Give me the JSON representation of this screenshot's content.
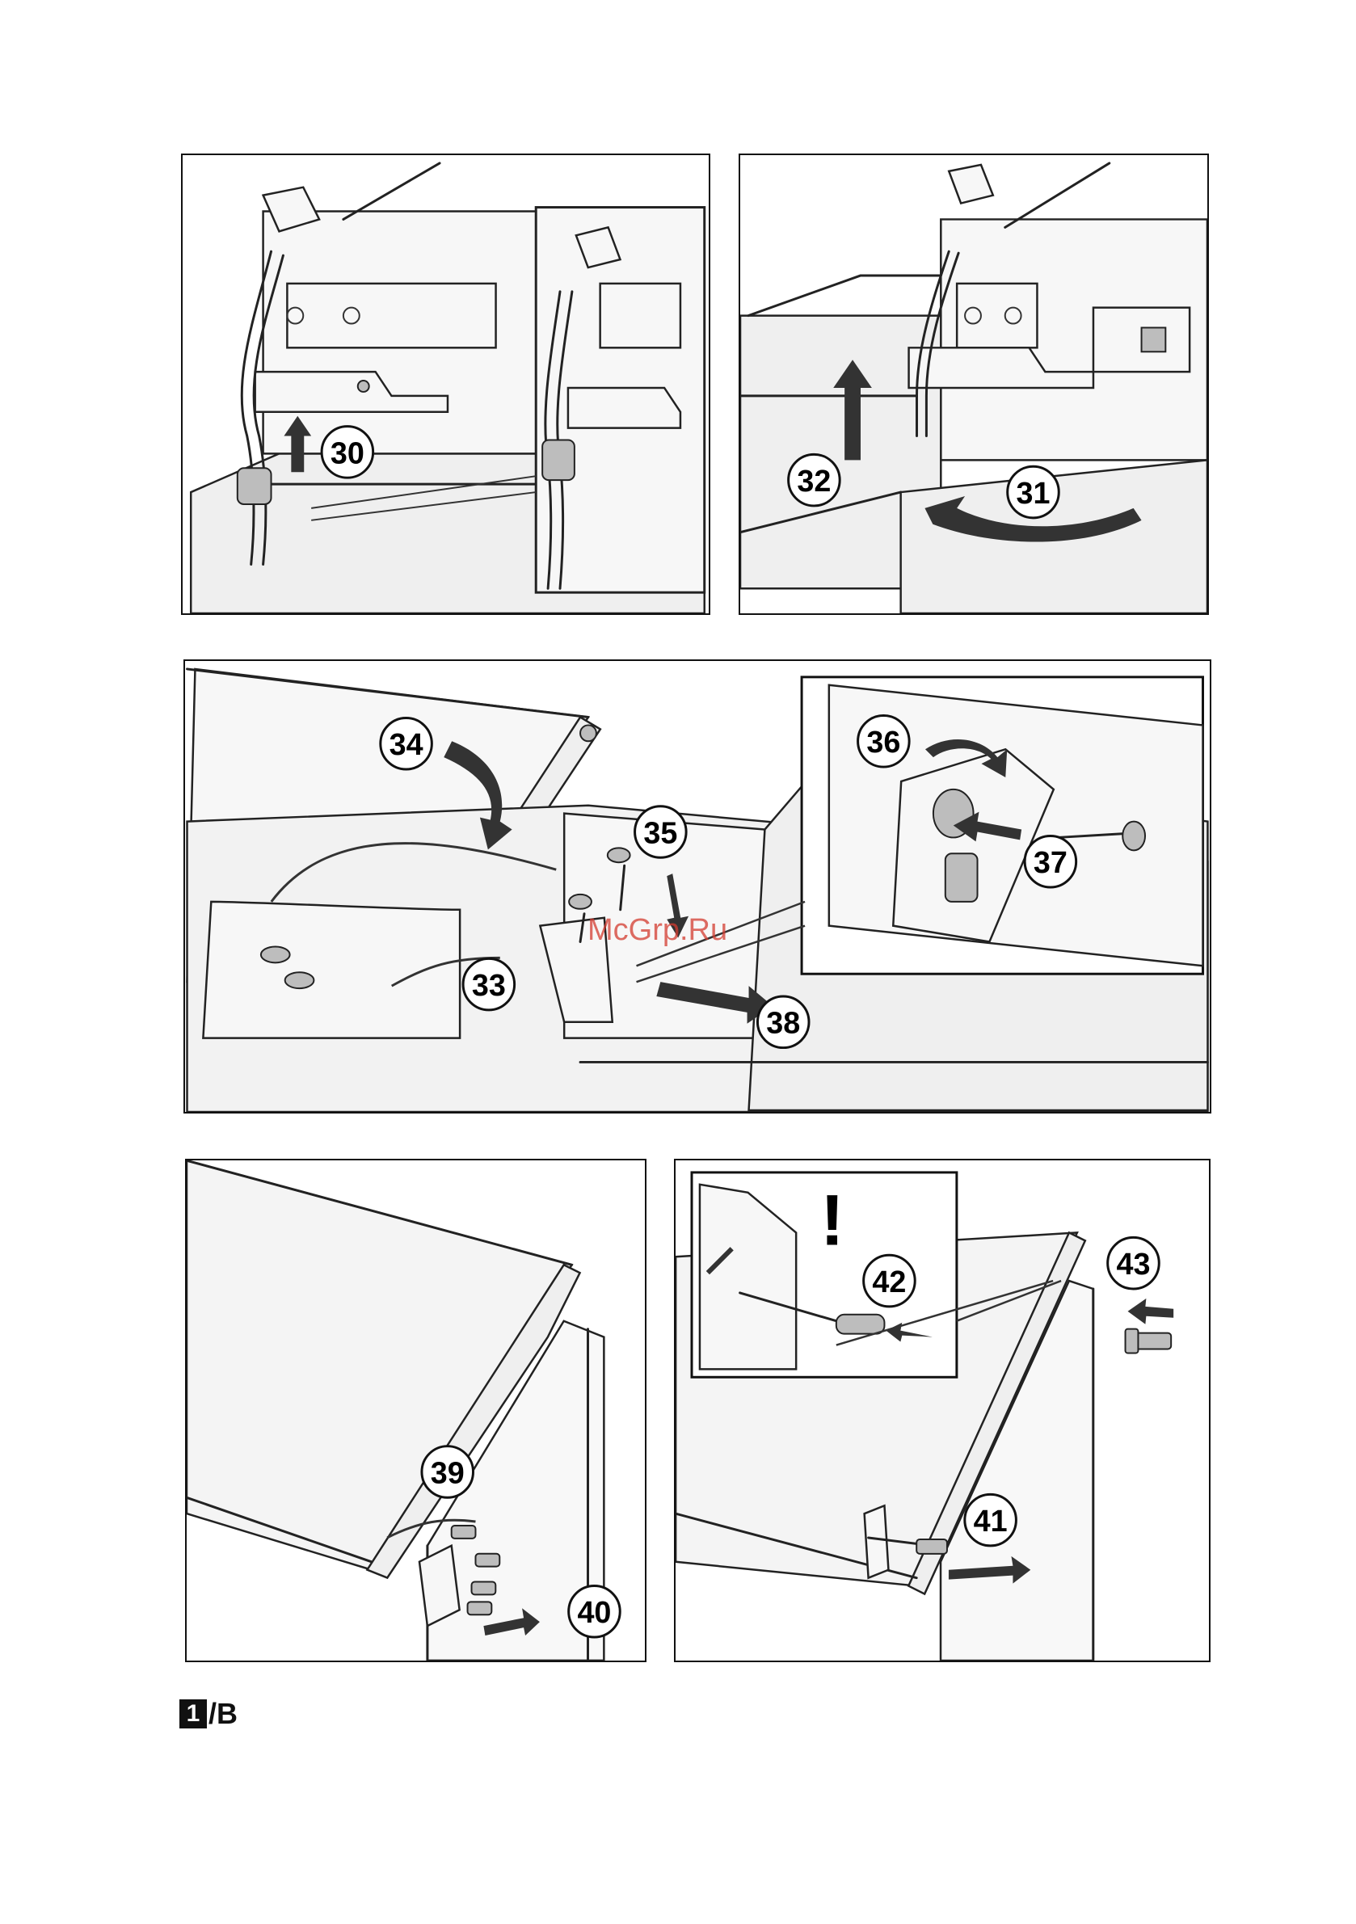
{
  "page": {
    "footer_box_text": "1",
    "footer_suffix": "/B",
    "watermark": "McGrp.Ru"
  },
  "panel_top_left": {
    "steps": [
      "30"
    ]
  },
  "panel_top_right": {
    "steps": [
      "32",
      "31"
    ]
  },
  "panel_middle": {
    "steps": [
      "34",
      "35",
      "36",
      "37",
      "33",
      "38"
    ]
  },
  "panel_bottom_left": {
    "steps": [
      "39",
      "40"
    ]
  },
  "panel_bottom_right": {
    "warning_symbol": "!",
    "steps": [
      "42",
      "43",
      "41"
    ]
  },
  "colors": {
    "outline": "#111111",
    "fill_grey": "#efefef",
    "watermark": "#d43b2f"
  }
}
